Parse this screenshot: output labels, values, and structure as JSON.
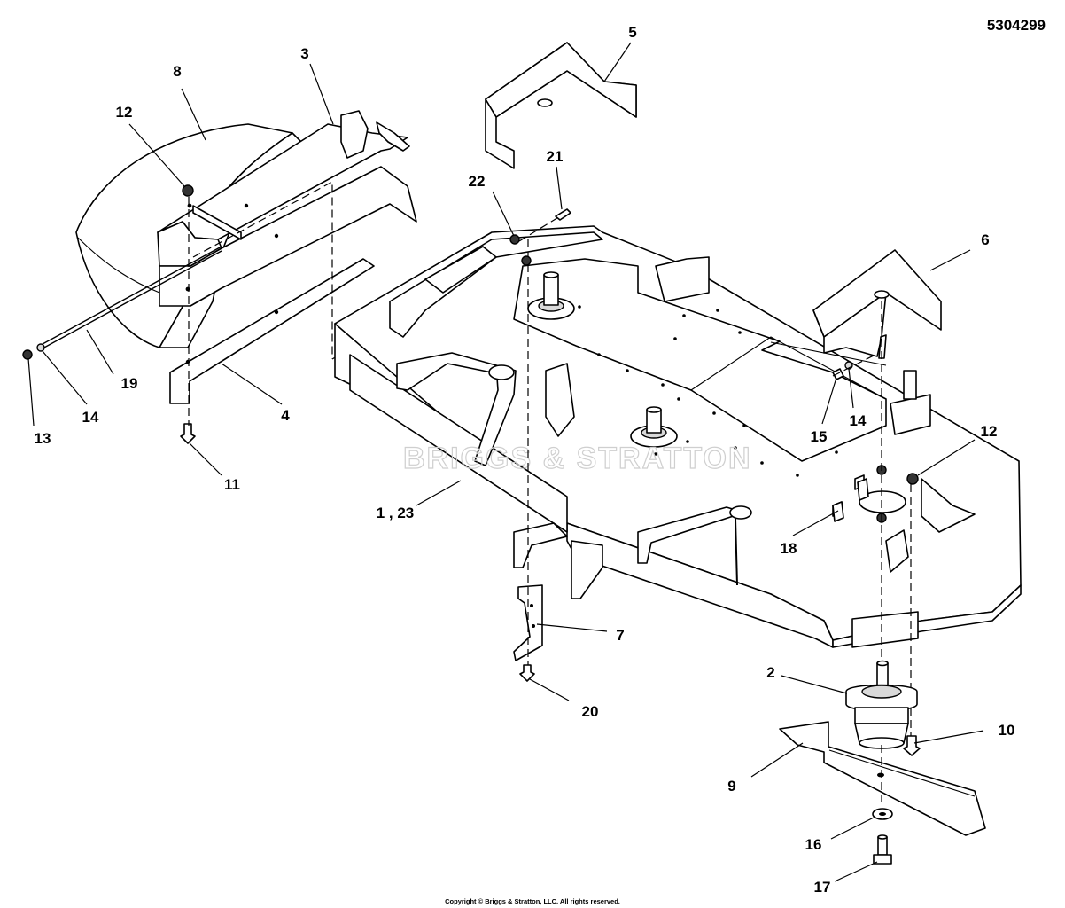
{
  "document_number": "5304299",
  "copyright": "Copyright © Briggs & Stratton, LLC. All rights reserved.",
  "watermark": "BRIGGS & STRATTON",
  "callouts": {
    "c1": "1 , 23",
    "c2": "2",
    "c3": "3",
    "c4": "4",
    "c5": "5",
    "c6": "6",
    "c7": "7",
    "c8": "8",
    "c9": "9",
    "c10": "10",
    "c11": "11",
    "c12a": "12",
    "c12b": "12",
    "c13": "13",
    "c14a": "14",
    "c14b": "14",
    "c15": "15",
    "c16": "16",
    "c17": "17",
    "c18": "18",
    "c19": "19",
    "c20": "20",
    "c21": "21",
    "c22": "22"
  }
}
